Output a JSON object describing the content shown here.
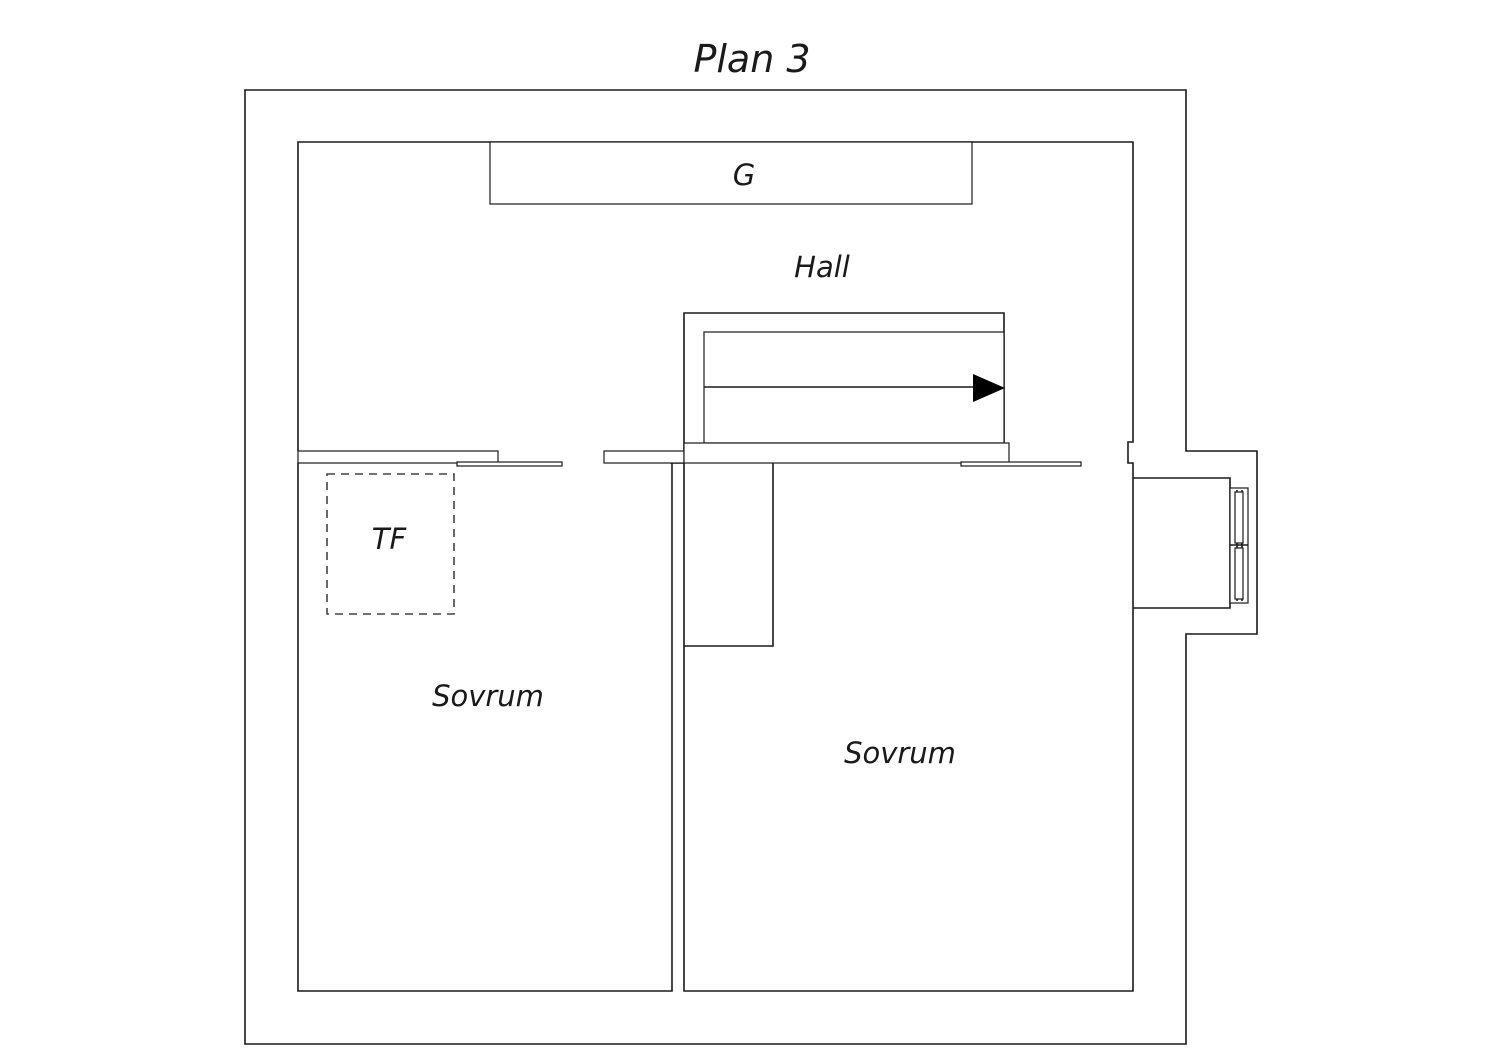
{
  "plan": {
    "title": "Plan 3",
    "rooms": {
      "hall": "Hall",
      "closet": "G",
      "tf": "TF",
      "bedroom_left": "Sovrum",
      "bedroom_right": "Sovrum"
    }
  },
  "colors": {
    "line": "#1a1a1a",
    "background": "#ffffff"
  },
  "icons": {
    "stair_arrow": "arrow-right-icon"
  }
}
